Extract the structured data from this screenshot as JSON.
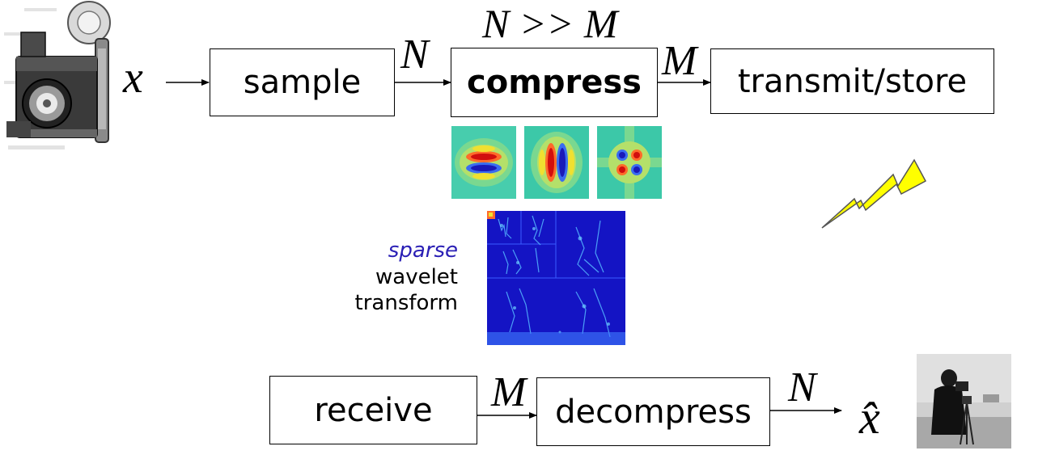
{
  "top_row": {
    "input_var": "x",
    "sample_label": "sample",
    "label_after_sample": "N",
    "compress_label": "compress",
    "compress_note": "N >> M",
    "label_after_compress": "M",
    "transmit_label": "transmit/store"
  },
  "wavelet_section": {
    "sparse_label": "sparse",
    "wavelet_label": "wavelet",
    "transform_label": "transform"
  },
  "bottom_row": {
    "receive_label": "receive",
    "label_after_receive": "M",
    "decompress_label": "decompress",
    "label_after_decompress": "N",
    "output_var": "x̂"
  },
  "colors": {
    "sparse_text": "#2a1fb5",
    "lightning_fill": "#ffff00",
    "wavelet_bg": "#3cc8a8",
    "sparse_bg": "#1515c8"
  },
  "icons": [
    "camera-icon",
    "lightning-icon"
  ]
}
